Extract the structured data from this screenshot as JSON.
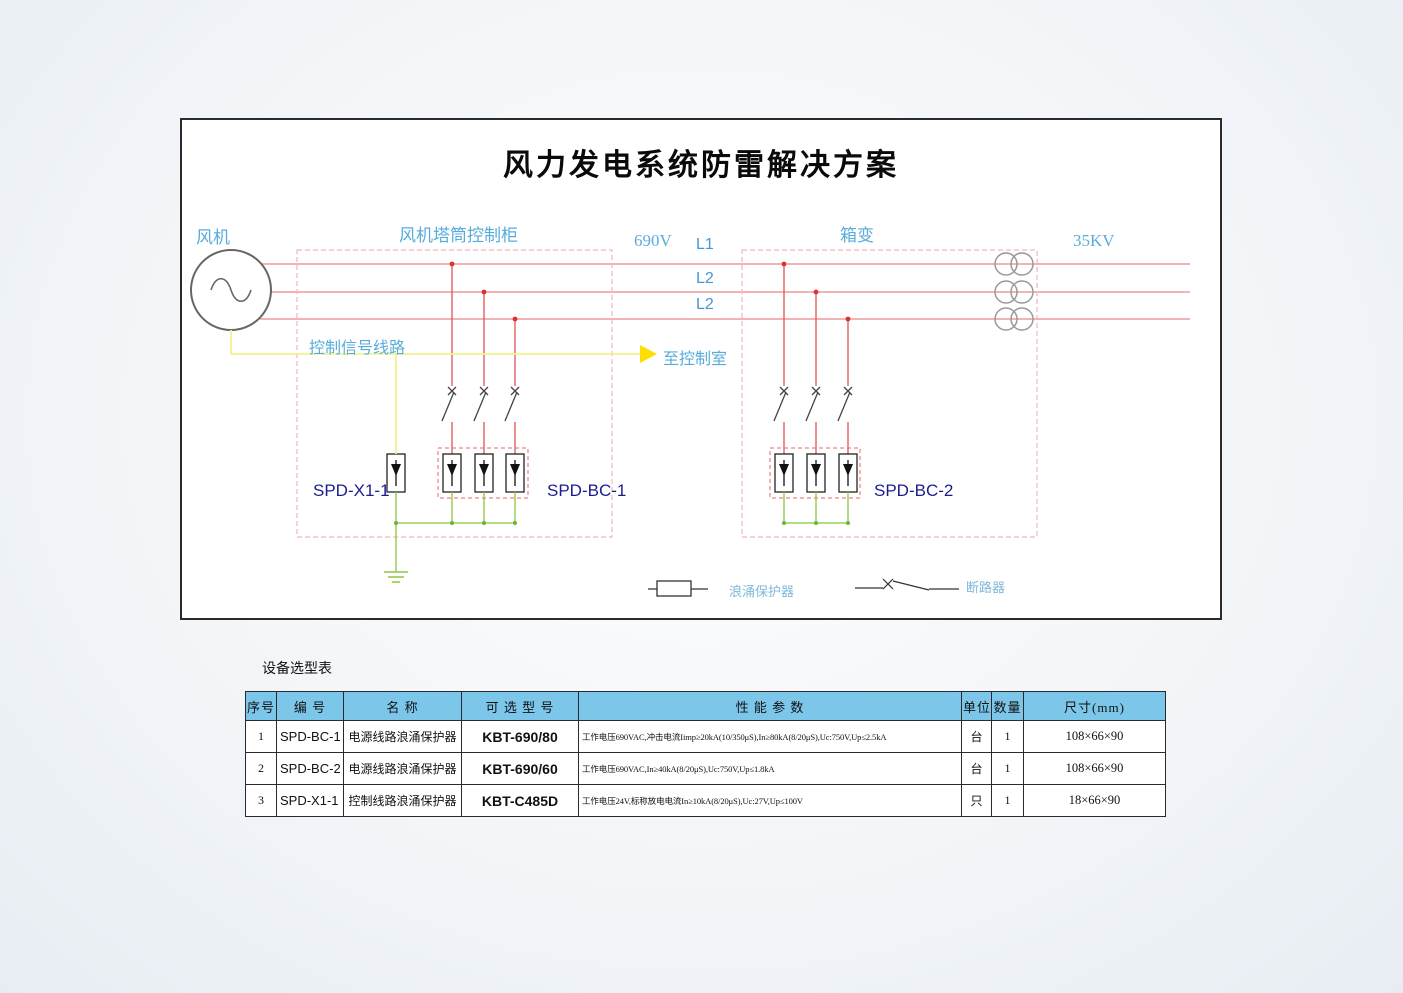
{
  "diagram": {
    "title": "风力发电系统防雷解决方案",
    "labels": {
      "generator": "风机",
      "control_cabinet": "风机塔筒控制柜",
      "voltage_690": "690V",
      "l1": "L1",
      "l2": "L2",
      "l3": "L2",
      "transformer": "箱变",
      "voltage_35kv": "35KV",
      "control_signal": "控制信号线路",
      "to_control_room": "至控制室",
      "spd_x1_1": "SPD-X1-1",
      "spd_bc_1": "SPD-BC-1",
      "spd_bc_2": "SPD-BC-2",
      "legend_spd": "浪涌保护器",
      "legend_breaker": "断路器"
    },
    "colors": {
      "power_line": "#ef9a9a",
      "drop_line": "#e05555",
      "dashed_box": "#f2b3c0",
      "ground_green": "#8dc63f",
      "signal_yellow": "#f2f28c",
      "arrow_yellow": "#ffdf00",
      "label_blue": "#58acdb",
      "spd_navy": "#1c1c8f",
      "table_header_bg": "#7cc6ea"
    }
  },
  "table": {
    "caption": "设备选型表",
    "headers": [
      "序号",
      "编  号",
      "名    称",
      "可 选 型 号",
      "性 能 参 数",
      "单位",
      "数量",
      "尺寸(mm)"
    ],
    "rows": [
      {
        "no": "1",
        "code": "SPD-BC-1",
        "name": "电源线路浪涌保护器",
        "model": "KBT-690/80",
        "params": "工作电压690VAC,冲击电流Iimp≥20kA(10/350μS),In≥80kA(8/20μS),Uc:750V,Up≤2.5kA",
        "unit": "台",
        "qty": "1",
        "size": "108×66×90"
      },
      {
        "no": "2",
        "code": "SPD-BC-2",
        "name": "电源线路浪涌保护器",
        "model": "KBT-690/60",
        "params": "工作电压690VAC,In≥40kA(8/20μS),Uc:750V,Up≤1.8kA",
        "unit": "台",
        "qty": "1",
        "size": "108×66×90"
      },
      {
        "no": "3",
        "code": "SPD-X1-1",
        "name": "控制线路浪涌保护器",
        "model": "KBT-C485D",
        "params": "工作电压24V,标称放电电流In≥10kA(8/20μS),Uc:27V,Up≤100V",
        "unit": "只",
        "qty": "1",
        "size": "18×66×90"
      }
    ]
  }
}
